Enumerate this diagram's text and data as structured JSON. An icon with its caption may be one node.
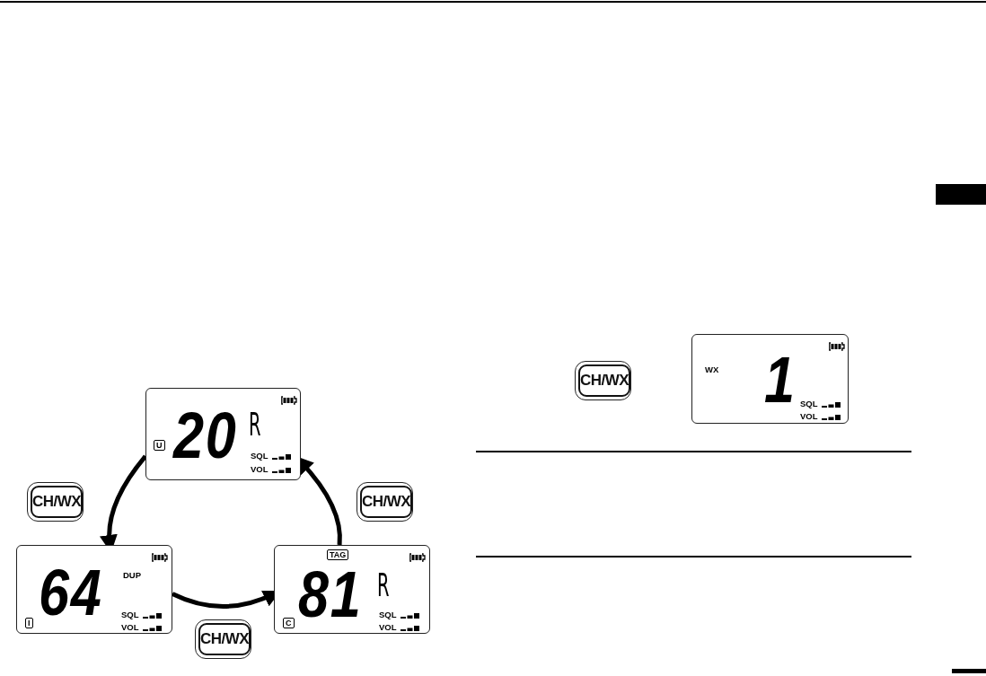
{
  "diagram": {
    "nodes": [
      {
        "text": [
          "U",
          "20",
          "R",
          "SQL",
          "VOL"
        ]
      },
      {
        "text": [
          "CH/WX"
        ]
      },
      {
        "text": [
          "DUP",
          "I",
          "64",
          "SQL",
          "VOL"
        ]
      },
      {
        "text": [
          "CH/WX"
        ]
      },
      {
        "text": [
          "TAG",
          "C",
          "81",
          "R",
          "SQL",
          "VOL"
        ]
      },
      {
        "text": [
          "CH/WX"
        ]
      },
      {
        "text": [
          "CH/WX"
        ]
      },
      {
        "text": [
          "WX",
          "1",
          "SQL",
          "VOL"
        ]
      }
    ],
    "edges": [
      {
        "from": 0,
        "to": 2,
        "arrow": "to"
      },
      {
        "from": 2,
        "to": 4,
        "arrow": "to"
      },
      {
        "from": 4,
        "to": 0,
        "arrow": "to"
      }
    ]
  }
}
